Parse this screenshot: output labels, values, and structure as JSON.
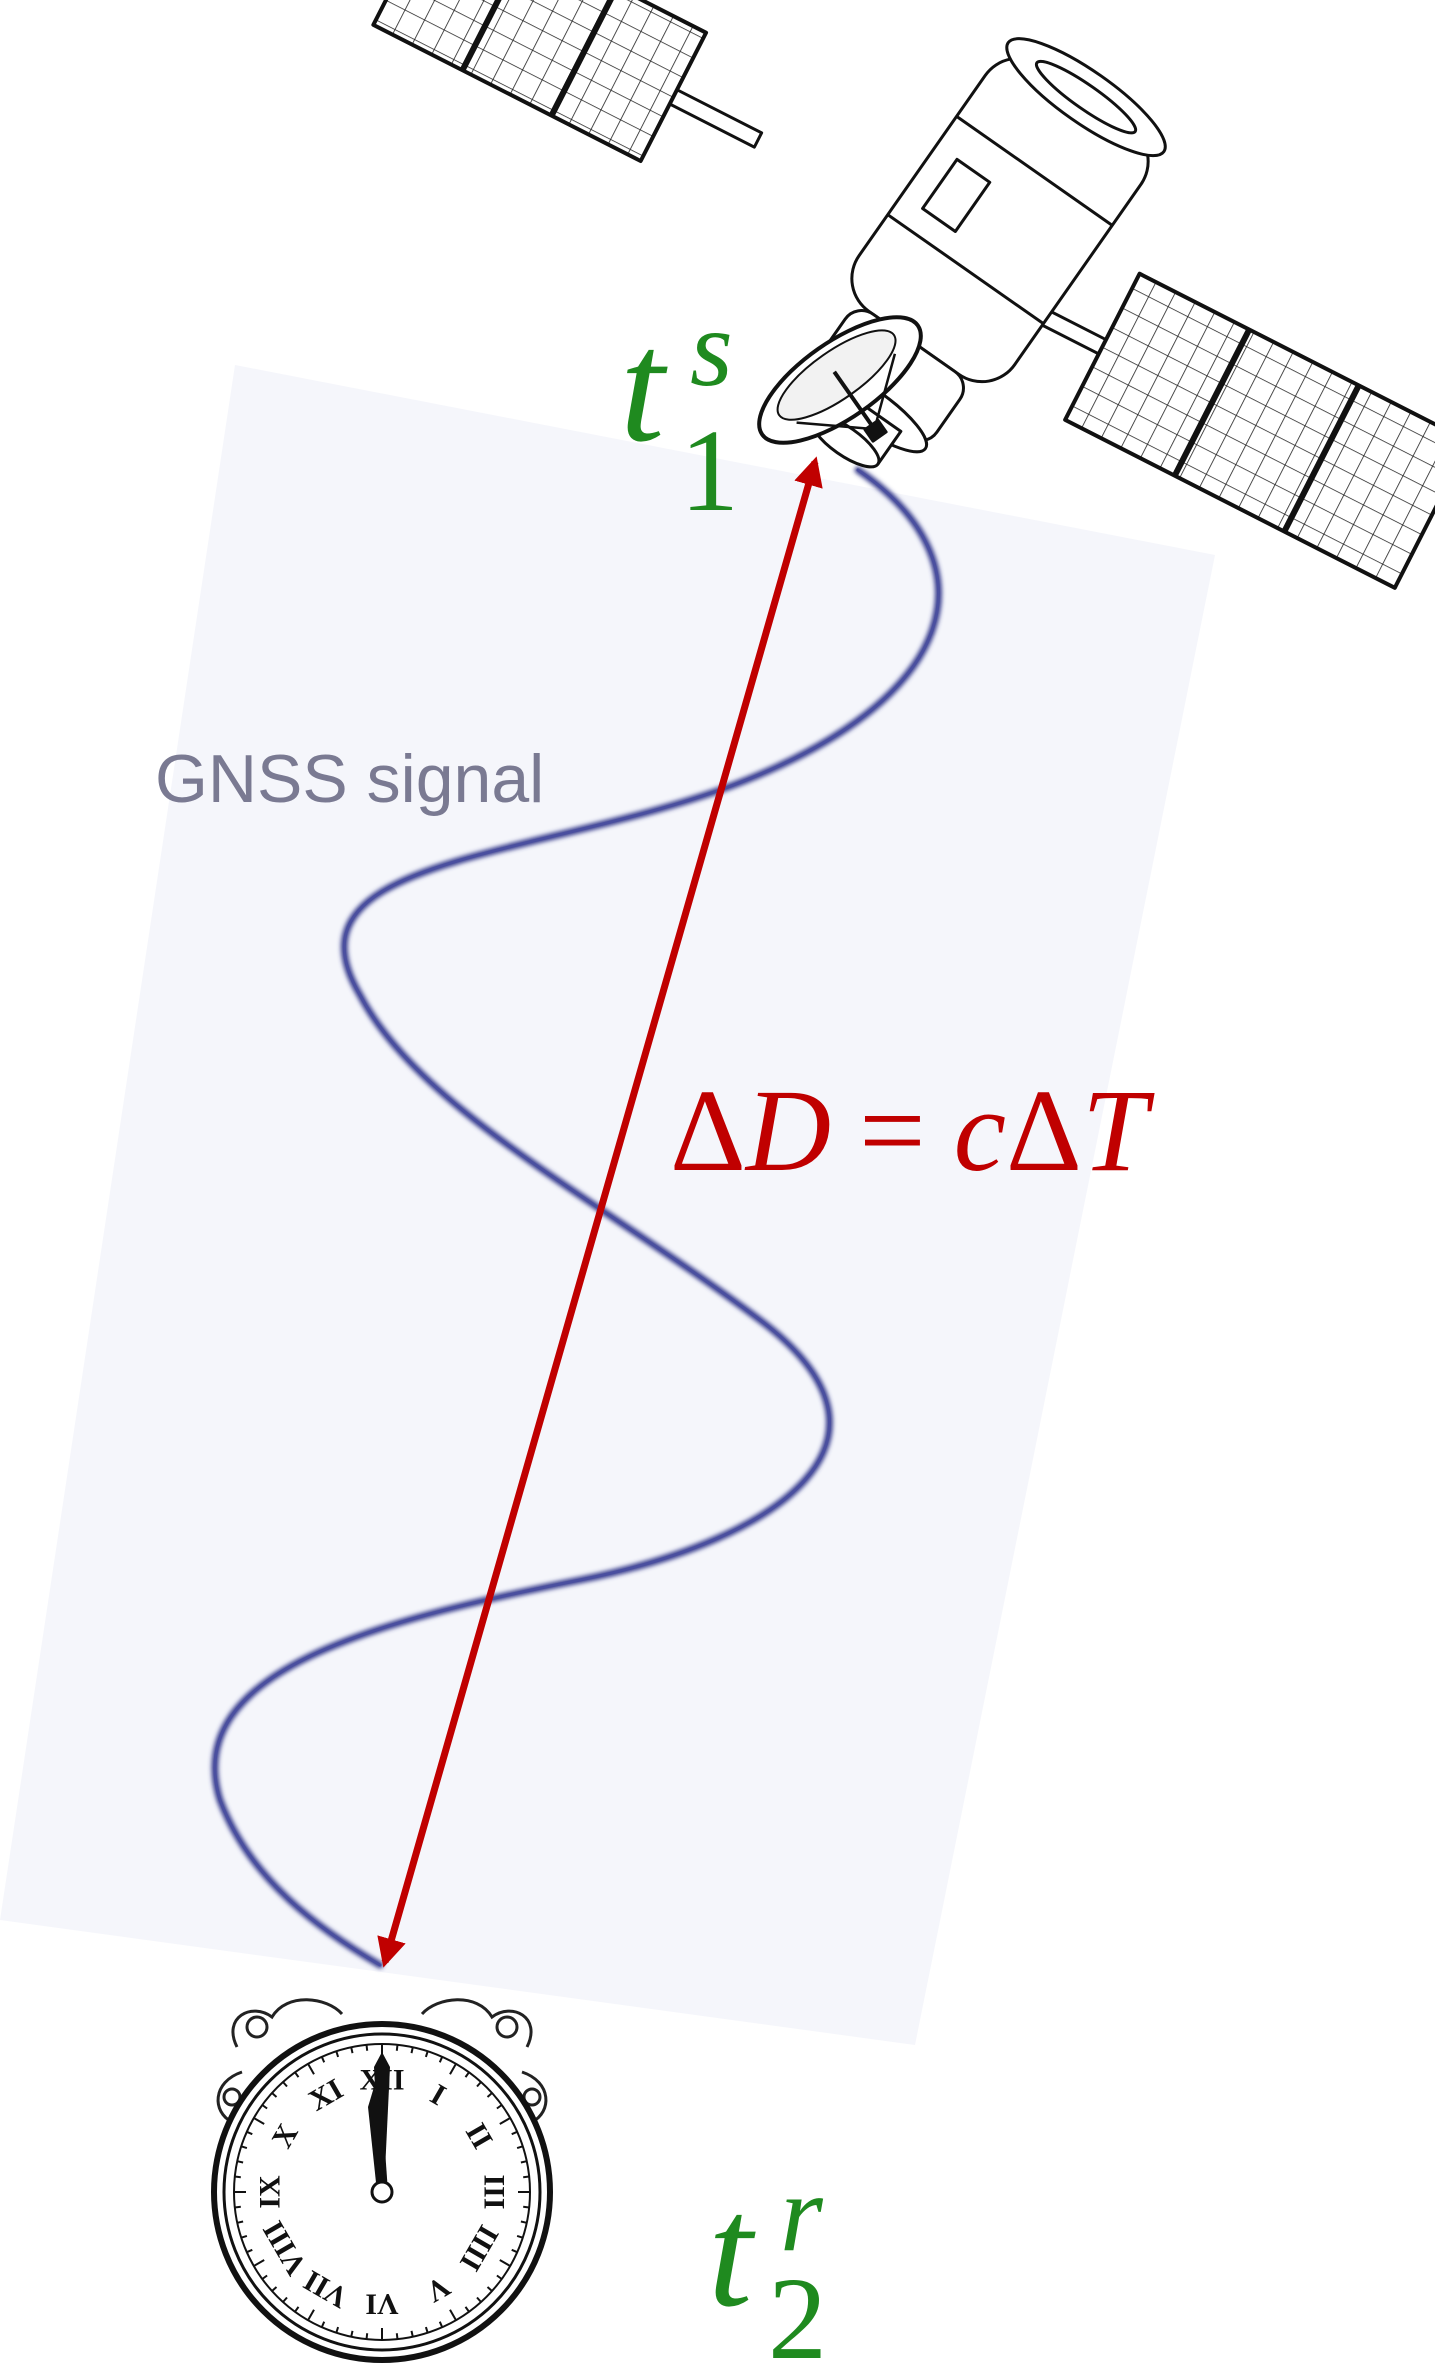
{
  "signal_label": "GNSS signal",
  "equation": {
    "delta1": "Δ",
    "d": "D",
    "equals": "=",
    "c": "c",
    "delta2": "Δ",
    "t": "T"
  },
  "satellite_time": {
    "symbol": "t",
    "superscript": "s",
    "subscript": "1"
  },
  "receiver_time": {
    "symbol": "t",
    "superscript": "r",
    "subscript": "2"
  },
  "clock": {
    "numerals": [
      "XII",
      "I",
      "II",
      "III",
      "IIII",
      "V",
      "VI",
      "VII",
      "VIII",
      "IX",
      "X",
      "XI"
    ]
  },
  "colors": {
    "time_label": "#1f8a1f",
    "equation": "#c00000",
    "arrow": "#c00000",
    "wave": "#3a3f8f",
    "signal_label": "#7a7a92",
    "wave_band": "#f4f5fb"
  },
  "icons": [
    "satellite-icon",
    "clock-icon"
  ]
}
